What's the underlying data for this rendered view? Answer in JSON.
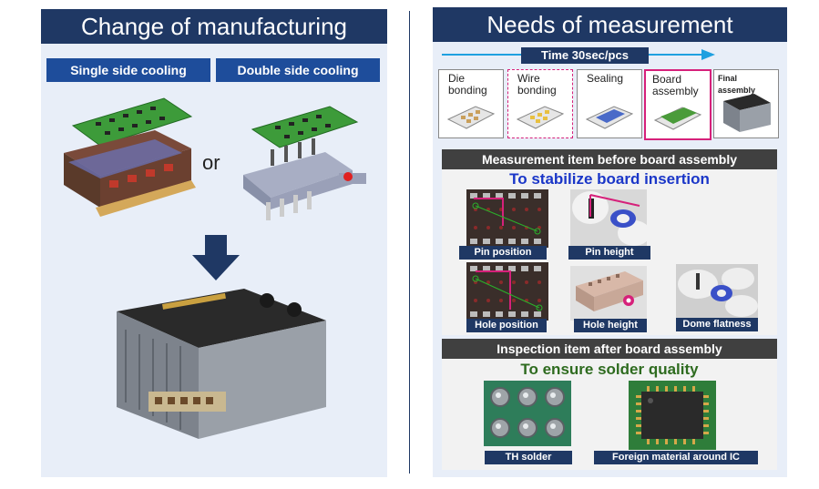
{
  "left": {
    "title": "Change of manufacturing",
    "options": [
      "Single side cooling",
      "Double side cooling"
    ],
    "or_label": "or"
  },
  "right": {
    "title": "Needs of measurement",
    "time_label": "Time 30sec/pcs",
    "process_steps": [
      "Die bonding",
      "Wire bonding",
      "Sealing",
      "Board assembly",
      "Final assembly"
    ],
    "before": {
      "banner": "Measurement item before board assembly",
      "goal": "To stabilize board insertion",
      "items": [
        "Pin position",
        "Pin height",
        "Hole position",
        "Hole height",
        "Dome flatness"
      ]
    },
    "after": {
      "banner": "Inspection item after board assembly",
      "goal": "To ensure solder quality",
      "items": [
        "TH solder",
        "Foreign material around IC"
      ]
    }
  },
  "colors": {
    "header": "#1f3864",
    "pill": "#1e4d9b",
    "highlight": "#d6217a",
    "goal_blue": "#1a36c8",
    "goal_green": "#2e6b1f",
    "arrow_cyan": "#1fa0e0"
  }
}
